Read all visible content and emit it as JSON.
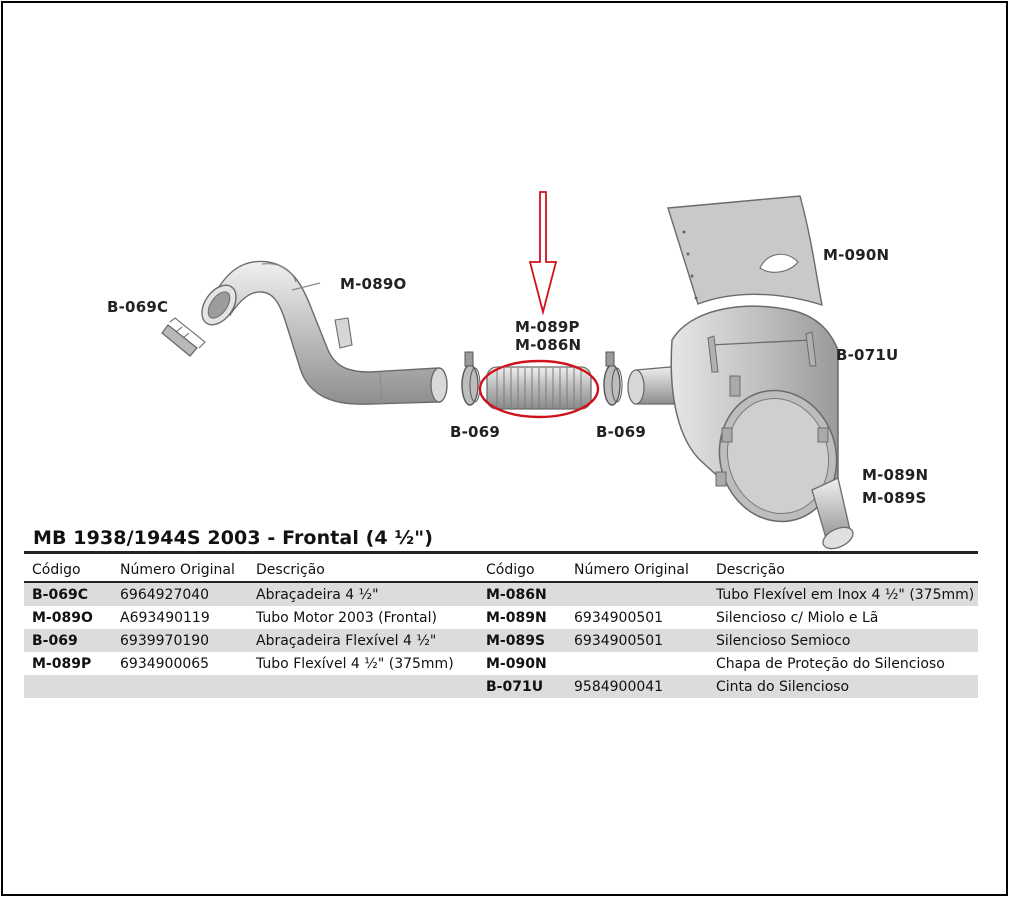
{
  "diagram": {
    "callouts": [
      {
        "id": "b069c",
        "text": "B-069C"
      },
      {
        "id": "m089o",
        "text": "M-089O"
      },
      {
        "id": "m089p",
        "text": "M-089P"
      },
      {
        "id": "m086n",
        "text": "M-086N"
      },
      {
        "id": "b069_left",
        "text": "B-069"
      },
      {
        "id": "b069_right",
        "text": "B-069"
      },
      {
        "id": "m090n",
        "text": "M-090N"
      },
      {
        "id": "b071u",
        "text": "B-071U"
      },
      {
        "id": "m089n",
        "text": "M-089N"
      },
      {
        "id": "m089s",
        "text": "M-089S"
      }
    ],
    "colors": {
      "part_fill": "#c8c8c8",
      "part_stroke": "#6e6e6e",
      "highlight": "#d0121b"
    }
  },
  "table": {
    "title": "MB 1938/1944S 2003 - Frontal (4 ½\")",
    "headers": [
      "Código",
      "Número Original",
      "Descrição",
      "Código",
      "Número Original",
      "Descrição"
    ],
    "rows": [
      [
        "B-069C",
        "6964927040",
        "Abraçadeira 4 ½\"",
        "M-086N",
        "",
        "Tubo Flexível em Inox 4 ½\" (375mm)"
      ],
      [
        "M-089O",
        "A693490119",
        "Tubo Motor 2003 (Frontal)",
        "M-089N",
        "6934900501",
        "Silencioso c/ Miolo e Lã"
      ],
      [
        "B-069",
        "6939970190",
        "Abraçadeira Flexível 4 ½\"",
        "M-089S",
        "6934900501",
        "Silencioso Semioco"
      ],
      [
        "M-089P",
        "6934900065",
        "Tubo Flexível 4 ½\" (375mm)",
        "M-090N",
        "",
        "Chapa de Proteção do Silencioso"
      ],
      [
        "",
        "",
        "",
        "B-071U",
        "9584900041",
        "Cinta do Silencioso"
      ]
    ]
  }
}
